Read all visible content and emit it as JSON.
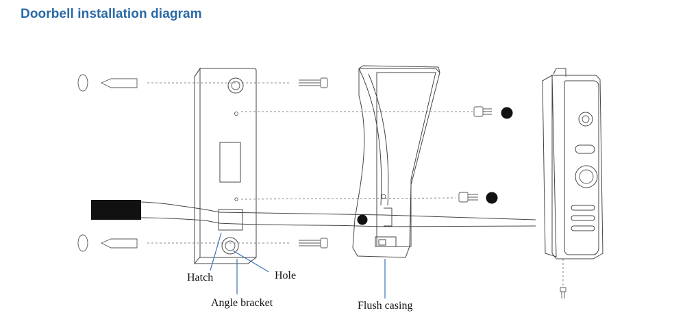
{
  "title": "Doorbell installation diagram",
  "labels": {
    "hatch": "Hatch",
    "hole": "Hole",
    "angle_bracket": "Angle bracket",
    "flush_casing": "Flush casing"
  },
  "colors": {
    "title": "#2a68a5",
    "callout_line": "#3a72b8",
    "line_art": "#444444"
  }
}
